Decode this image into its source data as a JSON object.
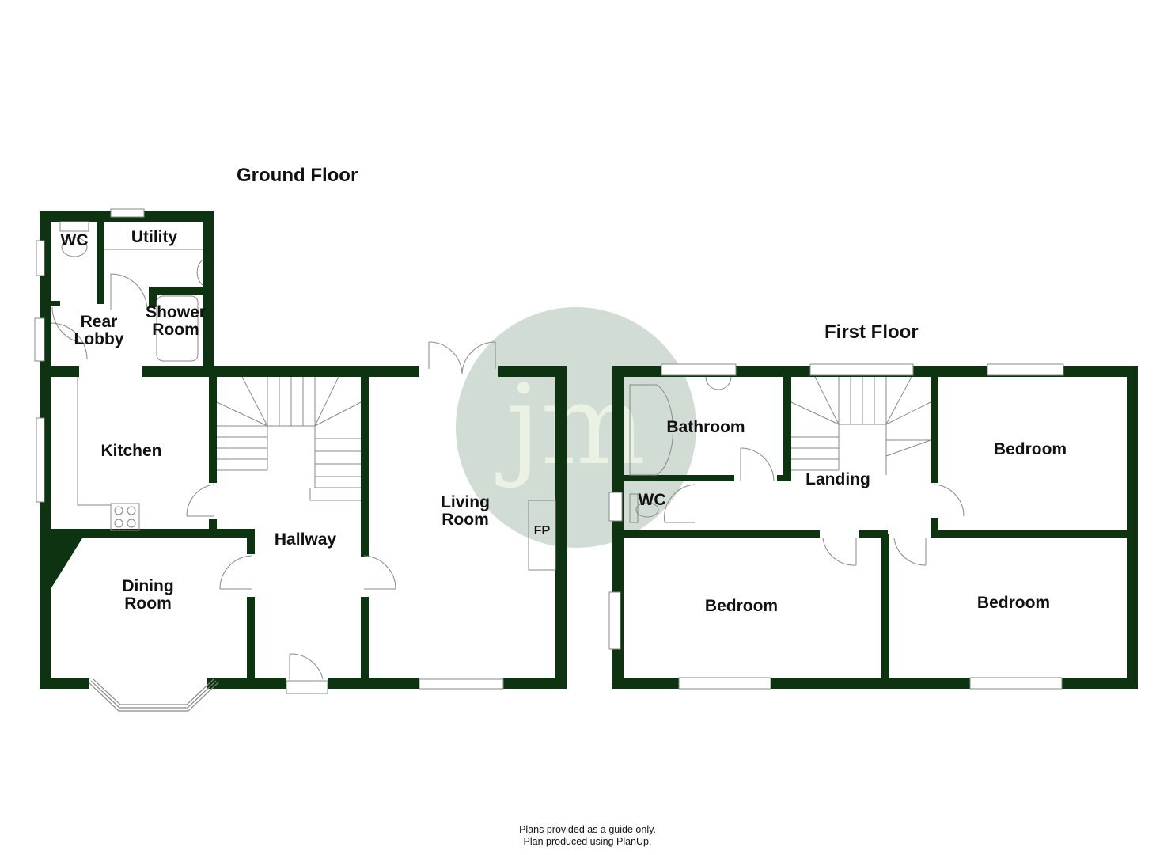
{
  "colors": {
    "wall": "#0d3311",
    "watermark_circle": "#c9d6cc",
    "watermark_text": "#eef5e6",
    "fixture_line": "#888888"
  },
  "watermark": {
    "text": "jm",
    "icon": "jm-logo-watermark"
  },
  "ground_floor": {
    "title": "Ground Floor",
    "rooms": {
      "wc": {
        "label": "WC"
      },
      "utility": {
        "label": "Utility"
      },
      "rear_lobby": {
        "line1": "Rear",
        "line2": "Lobby"
      },
      "shower_room": {
        "line1": "Shower",
        "line2": "Room"
      },
      "kitchen": {
        "label": "Kitchen"
      },
      "dining_room": {
        "line1": "Dining",
        "line2": "Room"
      },
      "hallway": {
        "label": "Hallway"
      },
      "living_room": {
        "line1": "Living",
        "line2": "Room"
      },
      "fireplace": {
        "label": "FP"
      }
    }
  },
  "first_floor": {
    "title": "First Floor",
    "rooms": {
      "bathroom": {
        "label": "Bathroom"
      },
      "wc": {
        "label": "WC"
      },
      "landing": {
        "label": "Landing"
      },
      "bedroom_rear_right": {
        "label": "Bedroom"
      },
      "bedroom_front_left": {
        "label": "Bedroom"
      },
      "bedroom_front_right": {
        "label": "Bedroom"
      }
    }
  },
  "footer": {
    "line1": "Plans provided as a guide only.",
    "line2": "Plan produced using PlanUp."
  }
}
